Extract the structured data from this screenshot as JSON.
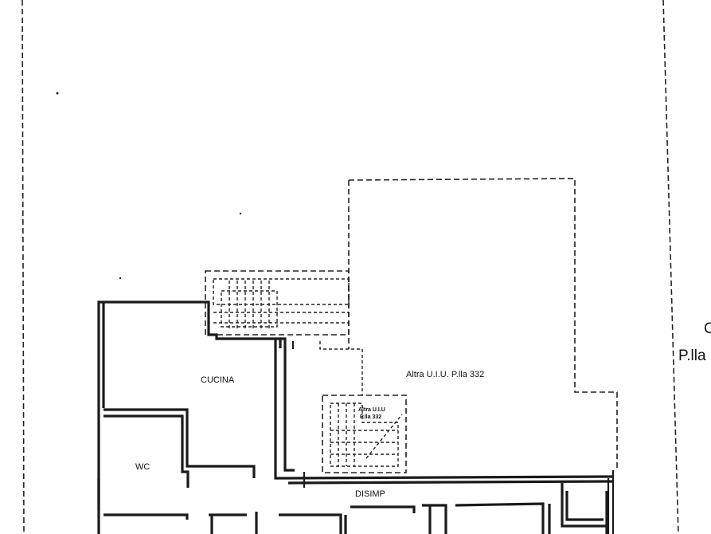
{
  "rooms": {
    "cucina": "CUCINA",
    "wc": "WC",
    "disimp": "DISIMP"
  },
  "other_unit": {
    "label": "Altra U.I.U. P.lla 332",
    "stair_label_line1": "Altra U.I.U",
    "stair_label_line2": "P.lla 332"
  },
  "side_label": {
    "line1": "C",
    "line2": "P.lla"
  }
}
